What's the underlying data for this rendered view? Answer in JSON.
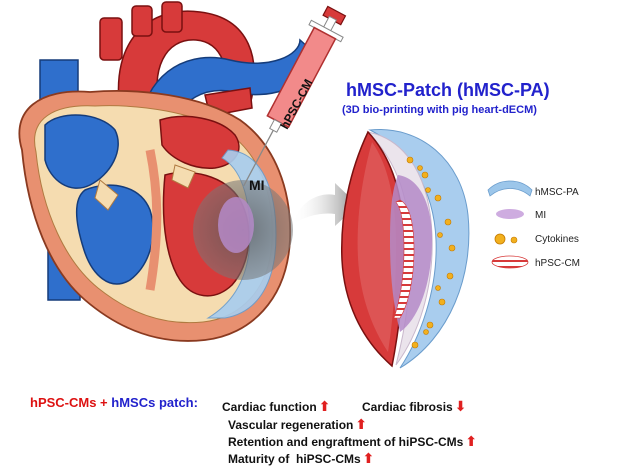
{
  "syringe_label": "hPSC-CM",
  "title": "hMSC-Patch (hMSC-PA)",
  "subtitle": "(3D bio-printing with pig heart-dECM)",
  "mi_label": "MI",
  "legend": [
    {
      "label": "hMSC-PA",
      "icon": "patch-arc-icon",
      "color": "#9cc6ea"
    },
    {
      "label": "MI",
      "icon": "mi-blob-icon",
      "color": "#c9a3dd"
    },
    {
      "label": "Cytokines",
      "icon": "cytokine-icon",
      "color": "#f2b01e"
    },
    {
      "label": "hPSC-CM",
      "icon": "cardiomyocyte-icon",
      "color": "#d73a3a"
    }
  ],
  "outcomes": {
    "prefix_a": "hPSC-CMs +",
    "prefix_b": "hMSCs patch:",
    "items": [
      {
        "text": "Cardiac function",
        "trend": "up"
      },
      {
        "text": "Cardiac fibrosis",
        "trend": "down"
      },
      {
        "text": "Vascular regeneration",
        "trend": "up"
      },
      {
        "text": "Retention and engraftment of hiPSC-CMs",
        "trend": "up"
      },
      {
        "text": "Maturity of  hiPSC-CMs",
        "trend": "up"
      }
    ],
    "arrow_up": "⬆",
    "arrow_down": "⬇"
  },
  "colors": {
    "vessel_blue": "#2f6fcc",
    "vessel_red": "#d73a3a",
    "myocardium": "#e89070",
    "tissue_cream": "#f5dcb0",
    "patch_blue": "#a9cdee",
    "mi_purple": "#b48ac8",
    "title_blue": "#2222cc",
    "accent_red": "#dd1111"
  }
}
